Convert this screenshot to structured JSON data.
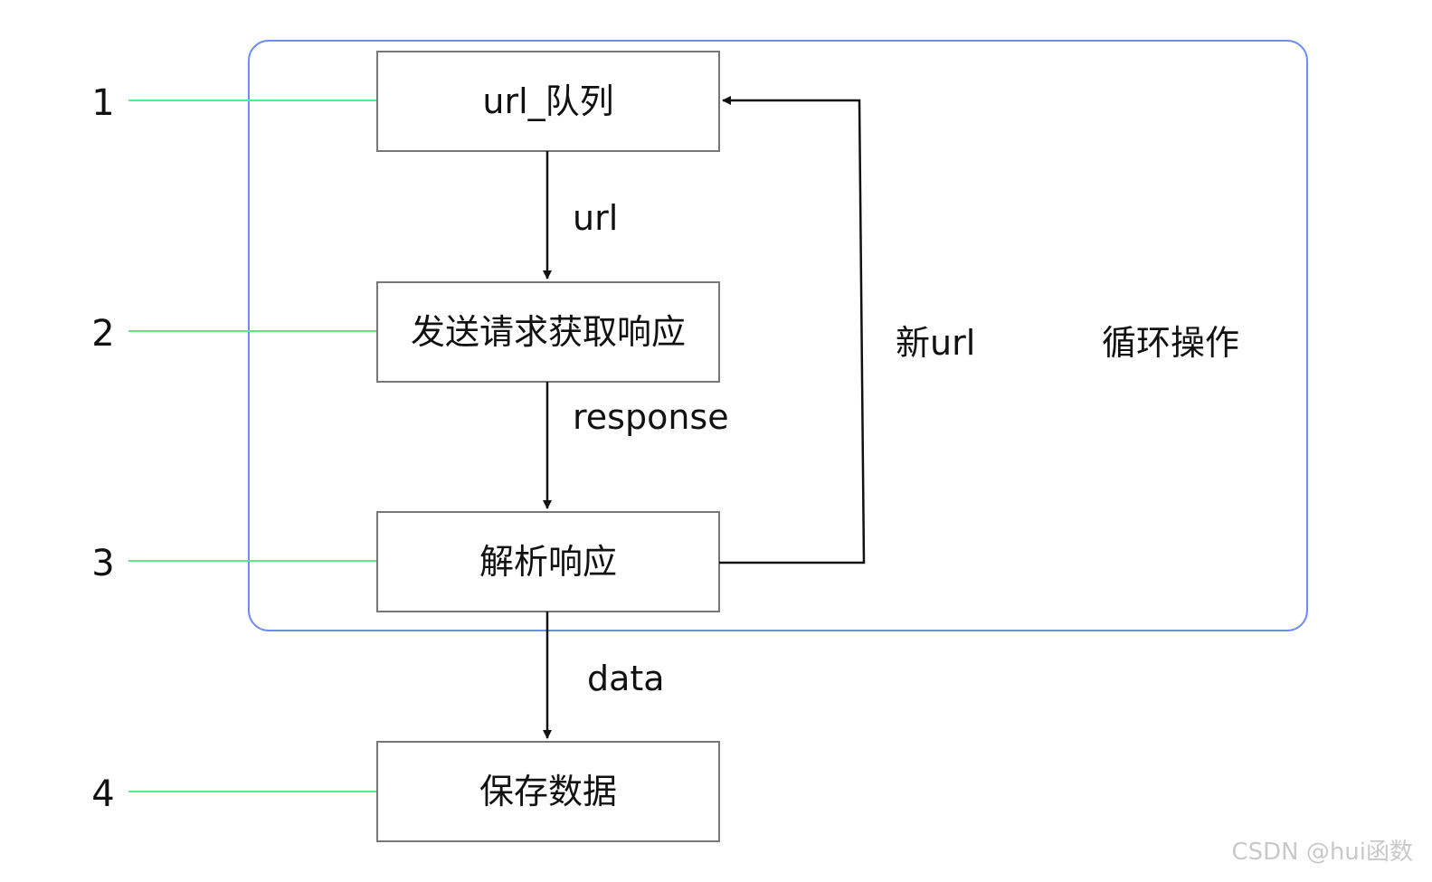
{
  "steps": [
    {
      "number": "1",
      "label": "url_队列"
    },
    {
      "number": "2",
      "label": "发送请求获取响应"
    },
    {
      "number": "3",
      "label": "解析响应"
    },
    {
      "number": "4",
      "label": "保存数据"
    }
  ],
  "edges": {
    "queue_to_request": "url",
    "request_to_parse": "response",
    "parse_to_queue": "新url",
    "parse_to_save": "data"
  },
  "loop_label": "循环操作",
  "watermark": "CSDN @hui函数",
  "colors": {
    "loop_border": "#6f8cf0",
    "step_connector": "#5ee88e",
    "box_border": "#777777",
    "arrow": "#111111"
  }
}
